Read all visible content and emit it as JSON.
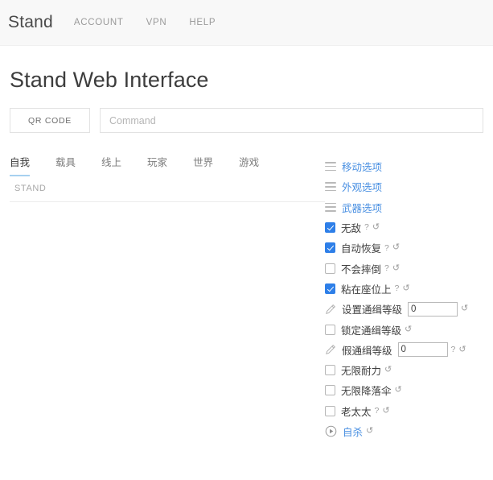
{
  "navbar": {
    "brand": "Stand",
    "links": [
      {
        "label": "ACCOUNT",
        "name": "nav-link-account"
      },
      {
        "label": "VPN",
        "name": "nav-link-vpn"
      },
      {
        "label": "HELP",
        "name": "nav-link-help"
      }
    ]
  },
  "page": {
    "title": "Stand Web Interface"
  },
  "command": {
    "qr_button": "QR CODE",
    "placeholder": "Command",
    "value": ""
  },
  "tabs": [
    {
      "label": "自我",
      "active": true
    },
    {
      "label": "载具",
      "active": false
    },
    {
      "label": "线上",
      "active": false
    },
    {
      "label": "玩家",
      "active": false
    },
    {
      "label": "世界",
      "active": false
    },
    {
      "label": "游戏",
      "active": false
    }
  ],
  "breadcrumb": "STAND",
  "icons": {
    "menu": "menu-icon",
    "pencil": "pencil-icon",
    "play": "play-circle-icon",
    "help": "?",
    "hotkey": "↺"
  },
  "colors": {
    "link": "#4a90e2",
    "checkbox_checked": "#2e7fe8",
    "tab_underline": "#a7d1f0",
    "navbar_bg": "#f8f8f8"
  },
  "options": [
    {
      "type": "menu",
      "label": "移动选项",
      "link": true,
      "checked": false,
      "help": false,
      "hotkey": false,
      "value": null
    },
    {
      "type": "menu",
      "label": "外观选项",
      "link": true,
      "checked": false,
      "help": false,
      "hotkey": false,
      "value": null
    },
    {
      "type": "menu",
      "label": "武器选项",
      "link": true,
      "checked": false,
      "help": false,
      "hotkey": false,
      "value": null
    },
    {
      "type": "checkbox",
      "label": "无敌",
      "link": false,
      "checked": true,
      "help": true,
      "hotkey": true,
      "value": null
    },
    {
      "type": "checkbox",
      "label": "自动恢复",
      "link": false,
      "checked": true,
      "help": true,
      "hotkey": true,
      "value": null
    },
    {
      "type": "checkbox",
      "label": "不会摔倒",
      "link": false,
      "checked": false,
      "help": true,
      "hotkey": true,
      "value": null
    },
    {
      "type": "checkbox",
      "label": "粘在座位上",
      "link": false,
      "checked": true,
      "help": true,
      "hotkey": true,
      "value": null
    },
    {
      "type": "number",
      "label": "设置通缉等级",
      "link": false,
      "checked": false,
      "help": false,
      "hotkey": true,
      "value": "0"
    },
    {
      "type": "checkbox",
      "label": "锁定通缉等级",
      "link": false,
      "checked": false,
      "help": false,
      "hotkey": true,
      "value": null
    },
    {
      "type": "number",
      "label": "假通缉等级",
      "link": false,
      "checked": false,
      "help": true,
      "hotkey": true,
      "value": "0"
    },
    {
      "type": "checkbox",
      "label": "无限耐力",
      "link": false,
      "checked": false,
      "help": false,
      "hotkey": true,
      "value": null
    },
    {
      "type": "checkbox",
      "label": "无限降落伞",
      "link": false,
      "checked": false,
      "help": false,
      "hotkey": true,
      "value": null
    },
    {
      "type": "checkbox",
      "label": "老太太",
      "link": false,
      "checked": false,
      "help": true,
      "hotkey": true,
      "value": null
    },
    {
      "type": "action",
      "label": "自杀",
      "link": true,
      "checked": false,
      "help": false,
      "hotkey": true,
      "value": null
    }
  ]
}
